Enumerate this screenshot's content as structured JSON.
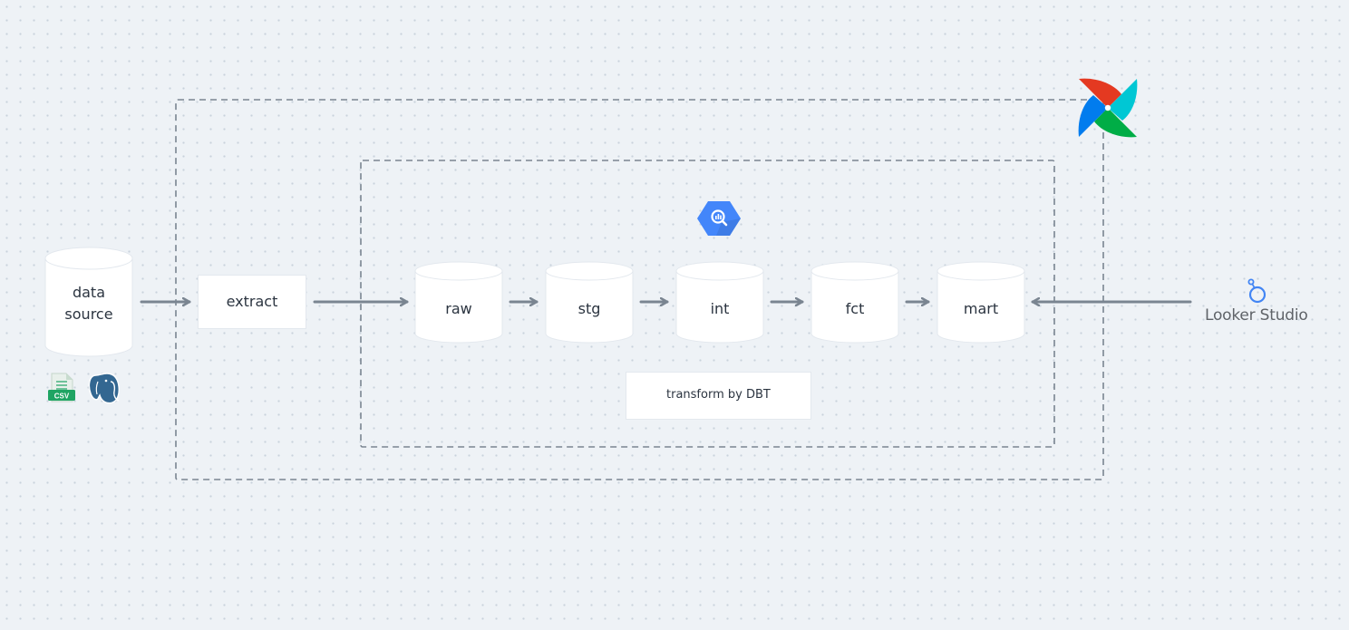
{
  "nodes": {
    "data_source": "data\nsource",
    "extract": "extract",
    "raw": "raw",
    "stg": "stg",
    "int": "int",
    "fct": "fct",
    "mart": "mart"
  },
  "dbt": {
    "label": "transform by DBT"
  },
  "looker": {
    "label": "Looker Studio"
  },
  "csv_badge": "CSV",
  "icons": {
    "csv": "csv-file-icon",
    "postgres": "postgresql-elephant-icon",
    "bigquery": "bigquery-icon",
    "airflow": "airflow-pinwheel-icon",
    "dbt": "dbt-icon",
    "looker": "looker-studio-icon"
  },
  "colors": {
    "background": "#eef2f6",
    "arrow": "#7a8591",
    "dashed_border": "#7a8591",
    "bigquery": "#4386fa",
    "dbt": "#ff694a",
    "csv_green": "#1fa463",
    "postgres_blue": "#336791"
  }
}
